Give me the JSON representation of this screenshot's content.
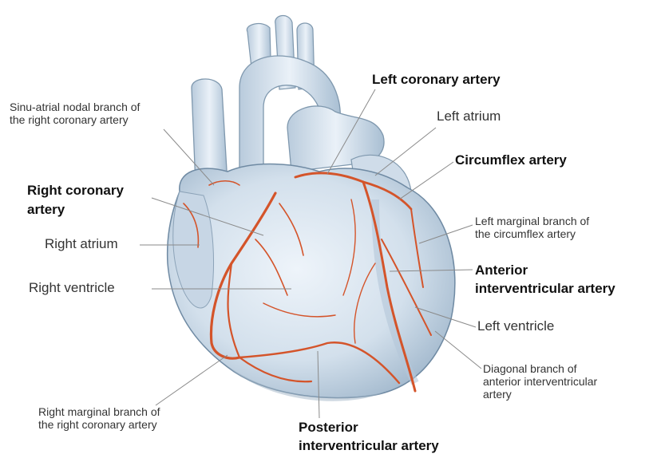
{
  "labels": {
    "left_coronary": "Left coronary artery",
    "sinu_atrial": [
      "Sinu-atrial nodal branch of",
      "the right coronary artery"
    ],
    "left_atrium": "Left atrium",
    "circumflex": "Circumflex artery",
    "right_coronary": [
      "Right coronary",
      "artery"
    ],
    "left_marginal": [
      "Left marginal branch of",
      "the circumflex artery"
    ],
    "right_atrium": "Right atrium",
    "anterior_iv": [
      "Anterior",
      "interventricular artery"
    ],
    "right_ventricle": "Right ventricle",
    "left_ventricle": "Left ventricle",
    "diagonal": [
      "Diagonal branch of",
      "anterior interventricular",
      "artery"
    ],
    "right_marginal": [
      "Right marginal branch of",
      "the right coronary artery"
    ],
    "posterior_iv": [
      "Posterior",
      "interventricular artery"
    ]
  },
  "colors": {
    "heart_fill": "#d6e3ef",
    "heart_shade": "#a9bfd3",
    "heart_outline": "#6f8aa3",
    "artery": "#d4542a",
    "leader": "#8a8a8a"
  }
}
